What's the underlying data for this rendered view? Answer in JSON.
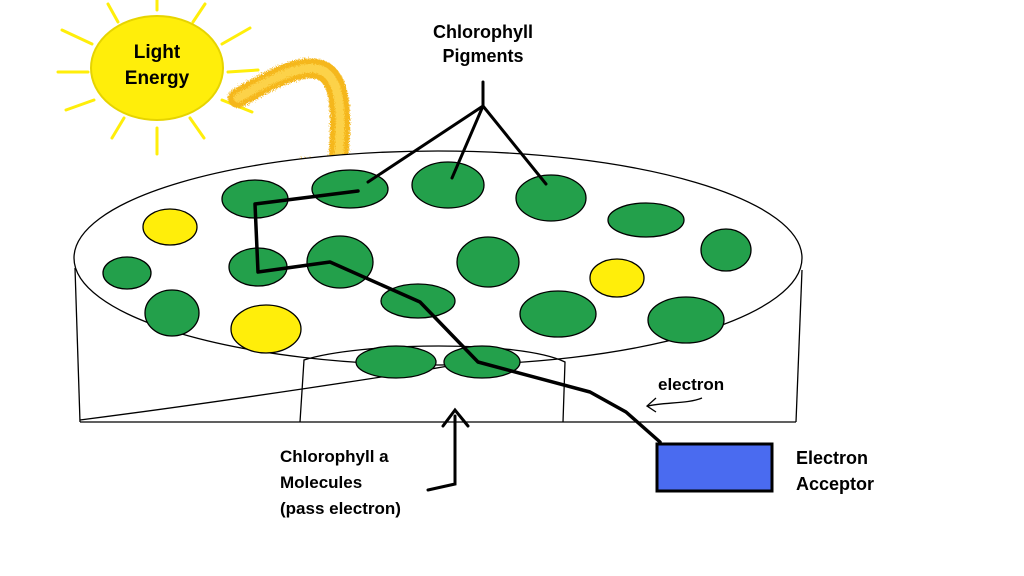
{
  "labels": {
    "sun_line1": "Light",
    "sun_line2": "Energy",
    "pigments_line1": "Chlorophyll",
    "pigments_line2": "Pigments",
    "electron": "electron",
    "chl_a_line1": "Chlorophyll a",
    "chl_a_line2": "Molecules",
    "chl_a_line3": "(pass electron)",
    "acceptor_line1": "Electron",
    "acceptor_line2": "Acceptor"
  },
  "colors": {
    "chlorophyll_green": "#23a04b",
    "accessory_yellow": "#ffee0a",
    "sun_yellow": "#ffee0a",
    "light_beam": "#f5b71a",
    "acceptor_blue": "#4a6bf0",
    "outline": "#000000"
  }
}
